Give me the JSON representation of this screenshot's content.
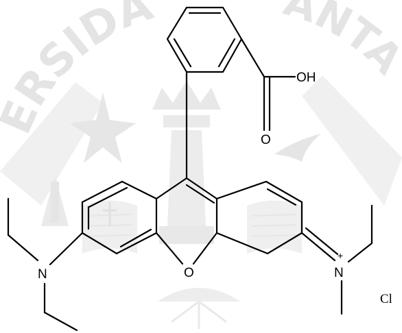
{
  "watermark": {
    "arc_left": "ERSIDA",
    "arc_right": "ANTA",
    "color": "#c9c9c9"
  },
  "molecule": {
    "atoms": {
      "hydroxyl": "OH",
      "carbonyl_oxygen": "O",
      "ring_oxygen": "O",
      "amine_nitrogen": "N",
      "iminium_nitrogen": "N",
      "iminium_charge": "+"
    },
    "counter_ion": "Cl",
    "bond_color": "#000000"
  }
}
